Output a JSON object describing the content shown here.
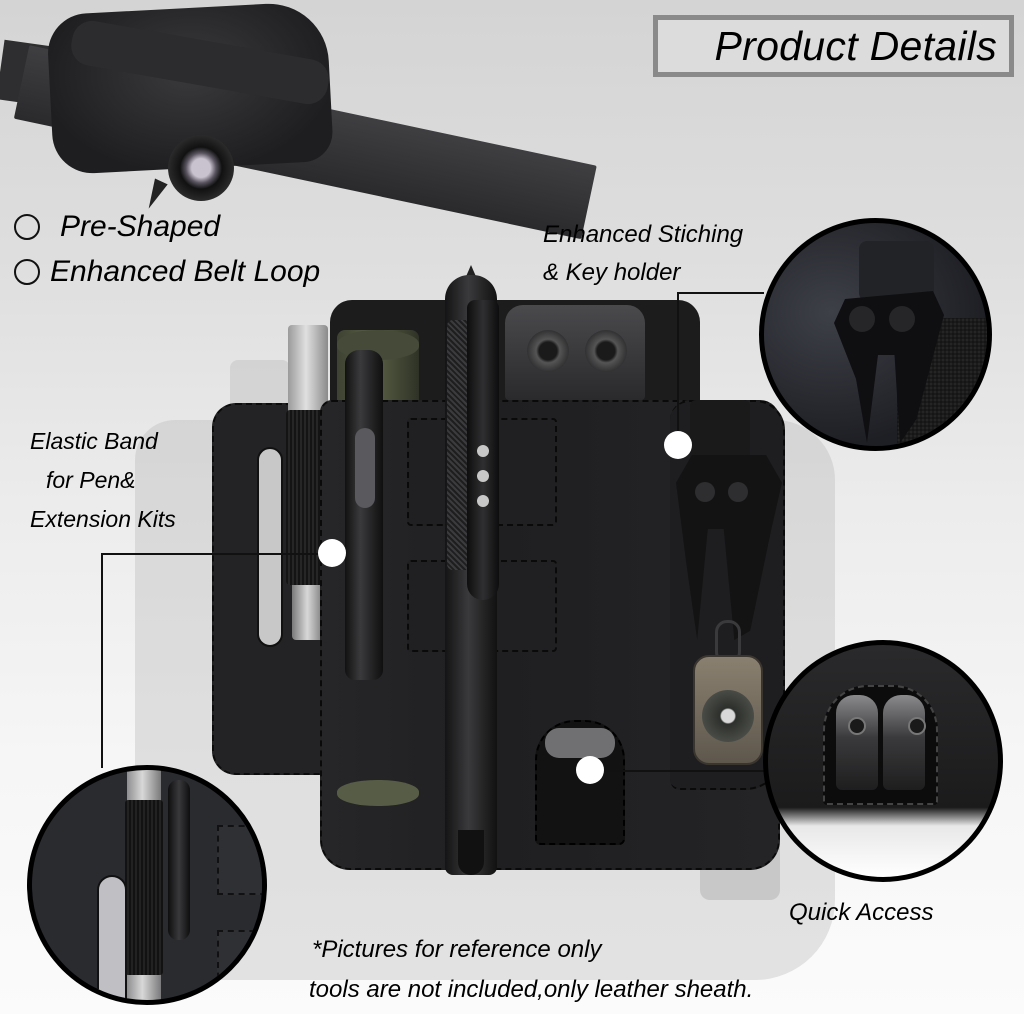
{
  "header": {
    "title": "Product Details"
  },
  "features": [
    {
      "label": "Pre-Shaped",
      "icon": "radio-circle-icon"
    },
    {
      "label": "Enhanced Belt Loop",
      "icon": "radio-circle-icon"
    }
  ],
  "callouts": {
    "stitching": {
      "line1": "Enhanced Stiching",
      "line2": "& Key holder"
    },
    "elastic": {
      "line1": "Elastic Band",
      "line2": "for Pen&",
      "line3": "Extension Kits"
    },
    "quick_access": {
      "label": "Quick Access"
    }
  },
  "disclaimer": {
    "line1": "*Pictures for reference only",
    "line2": "tools are not included,only leather sheath."
  },
  "colors": {
    "background_top": "#d4d4d4",
    "background_bottom": "#fbfbfb",
    "title_border": "#8a8a8a",
    "title_fill": "#dcdcdc",
    "leather": "#1f1f21",
    "callout_dot": "#ffffff",
    "callout_line": "#111111"
  }
}
